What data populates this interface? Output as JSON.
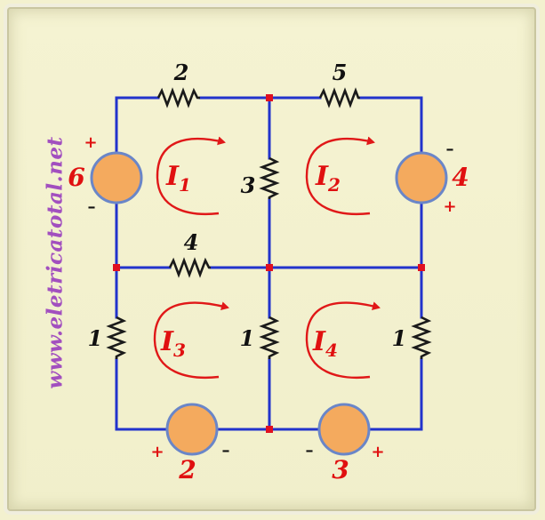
{
  "watermark": "www.eletricatotal.net",
  "colors": {
    "wire": "#2233cc",
    "node": "#e01020",
    "loop_arrow": "#e01818",
    "label_red": "#e01010",
    "label_black": "#111111",
    "source_fill": "#f4aa5e",
    "source_stroke": "#6a86c8",
    "watermark": "#a24fbf"
  },
  "resistors": {
    "top_left": "2",
    "top_right": "5",
    "middle_vertical": "3",
    "middle_horizontal": "4",
    "bottom_left": "1",
    "bottom_center": "1",
    "bottom_right": "1"
  },
  "sources": {
    "left": {
      "value": "6",
      "top_sign": "+",
      "bottom_sign": "–"
    },
    "right": {
      "value": "4",
      "top_sign": "–",
      "bottom_sign": "+"
    },
    "bottom_left": {
      "value": "2",
      "left_sign": "+",
      "right_sign": "–"
    },
    "bottom_right": {
      "value": "3",
      "left_sign": "–",
      "right_sign": "+"
    }
  },
  "loops": [
    {
      "letter": "I",
      "sub": "1"
    },
    {
      "letter": "I",
      "sub": "2"
    },
    {
      "letter": "I",
      "sub": "3"
    },
    {
      "letter": "I",
      "sub": "4"
    }
  ]
}
